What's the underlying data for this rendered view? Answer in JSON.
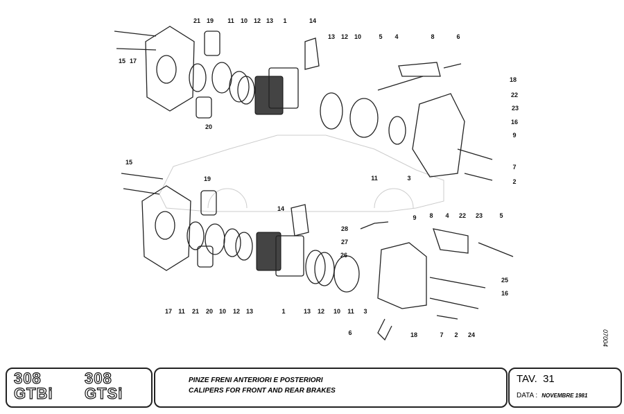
{
  "callouts": {
    "top": [
      "21",
      "19",
      "11",
      "10",
      "12",
      "13",
      "1",
      "14",
      "13",
      "12",
      "10",
      "5",
      "4",
      "8",
      "6",
      "15",
      "17",
      "20",
      "18",
      "22",
      "23",
      "16",
      "9",
      "7",
      "2",
      "11",
      "3"
    ],
    "bottom": [
      "15",
      "19",
      "14",
      "9",
      "8",
      "4",
      "22",
      "23",
      "5",
      "28",
      "27",
      "26",
      "25",
      "16",
      "17",
      "11",
      "21",
      "20",
      "10",
      "12",
      "13",
      "1",
      "13",
      "12",
      "10",
      "11",
      "3",
      "6",
      "18",
      "7",
      "2",
      "24"
    ]
  },
  "title_block": {
    "logo_left": {
      "model": "308",
      "variant": "GTBi"
    },
    "logo_right": {
      "model": "308",
      "variant": "GTSi"
    },
    "title_it": "PINZE FRENI ANTERIORI E POSTERIORI",
    "title_en": "CALIPERS FOR FRONT AND REAR BRAKES",
    "tav_label": "TAV.",
    "tav_number": "31",
    "date_label": "DATA :",
    "date_value": "NOVEMBRE 1981"
  },
  "drawing_code": "07004"
}
